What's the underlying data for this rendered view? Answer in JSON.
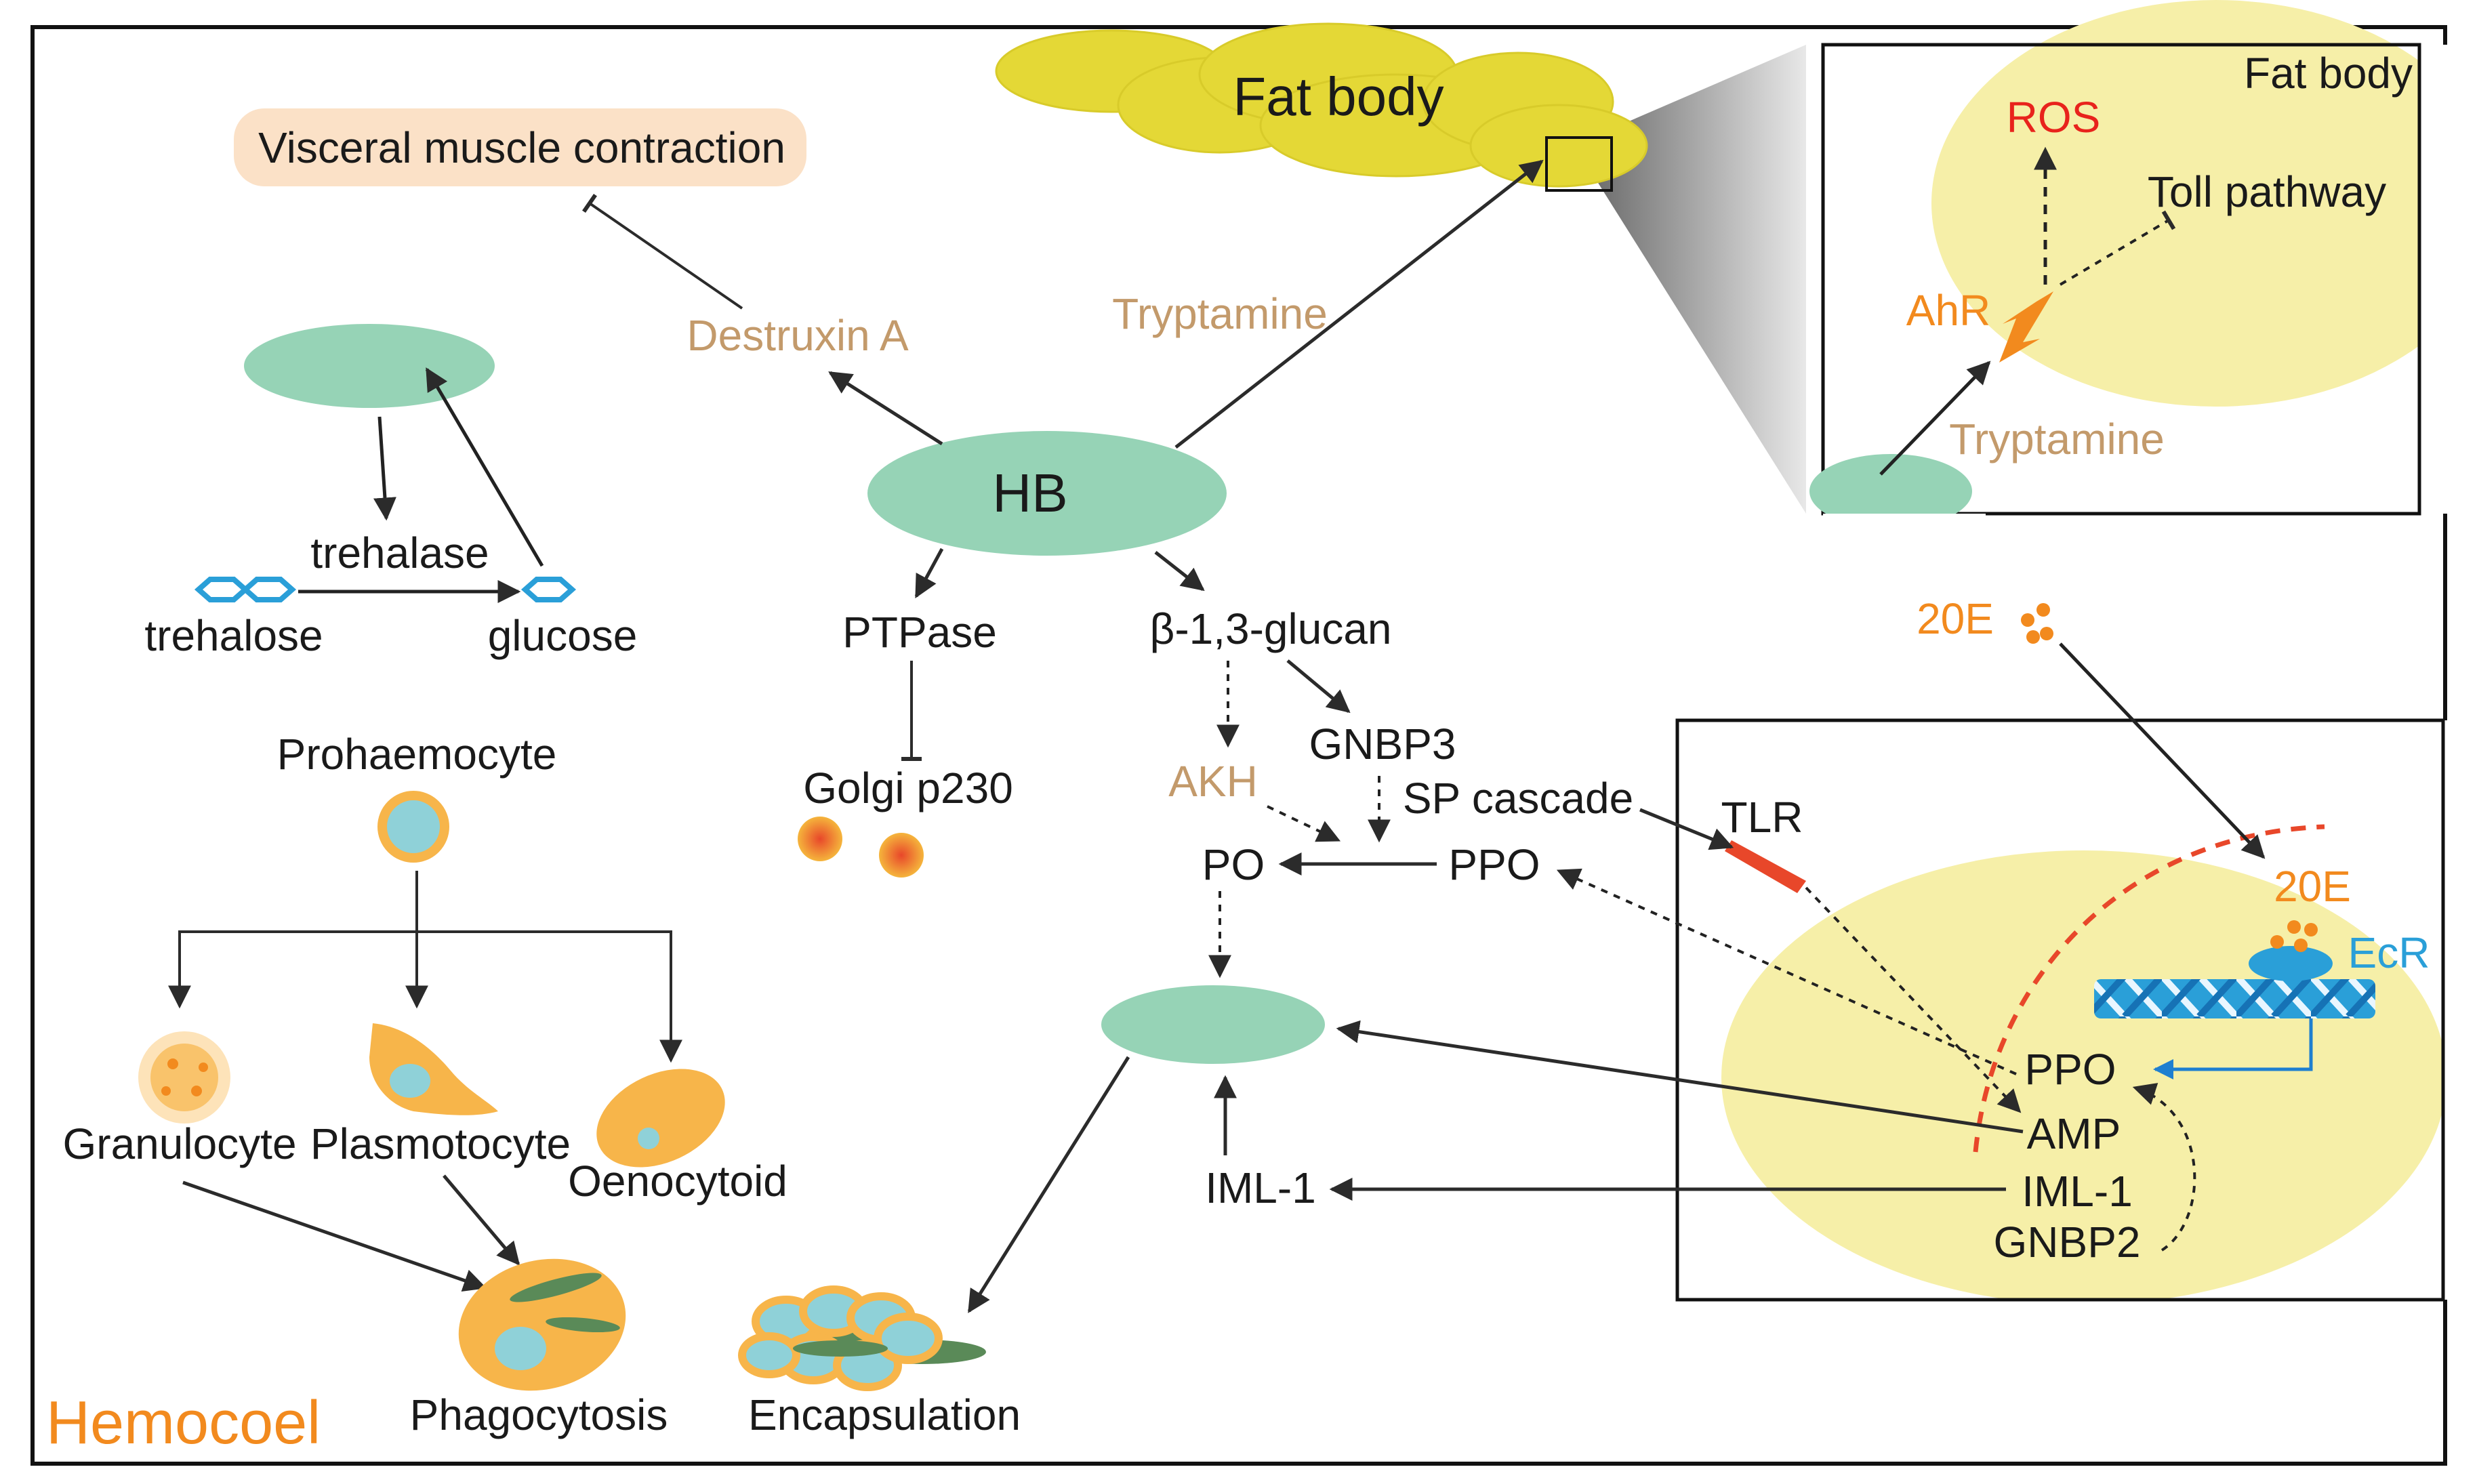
{
  "labels": {
    "visceral_muscle": "Visceral muscle contraction",
    "fat_body_top": "Fat body",
    "destruxin": "Destruxin A",
    "tryptamine": "Tryptamine",
    "hb": "HB",
    "trehalase": "trehalase",
    "trehalose": "trehalose",
    "glucose": "glucose",
    "ptpase": "PTPase",
    "golgi": "Golgi p230",
    "glucan": "β-1,3-glucan",
    "gnbp3": "GNBP3",
    "akh": "AKH",
    "sp_cascade": "SP cascade",
    "po": "PO",
    "ppo": "PPO",
    "tlr": "TLR",
    "iml1": "IML-1",
    "prohaemocyte": "Prohaemocyte",
    "granulocyte": "Granulocyte",
    "plasmatocyte": "Plasmotocyte",
    "oenocytoid": "Oenocytoid",
    "phagocytosis": "Phagocytosis",
    "encapsulation": "Encapsulation",
    "hemocoel": "Hemocoel"
  },
  "inset_top": {
    "fat_body": "Fat body",
    "ros": "ROS",
    "toll": "Toll pathway",
    "ahr": "AhR",
    "tryptamine": "Tryptamine"
  },
  "inset_bottom": {
    "e20_outside": "20E",
    "e20_inside": "20E",
    "ecr": "EcR",
    "ppo": "PPO",
    "amp": "AMP",
    "iml1": "IML-1",
    "gnbp2": "GNBP2"
  },
  "colors": {
    "hemocyte_green": "#96d3b6",
    "fat_body_yellow": "#e4d836",
    "cell_orange": "#f7b54a",
    "nucleus_cyan": "#8fd1d8",
    "inset_fill": "#f6efa8",
    "visceral_box": "#fbe1c7"
  }
}
